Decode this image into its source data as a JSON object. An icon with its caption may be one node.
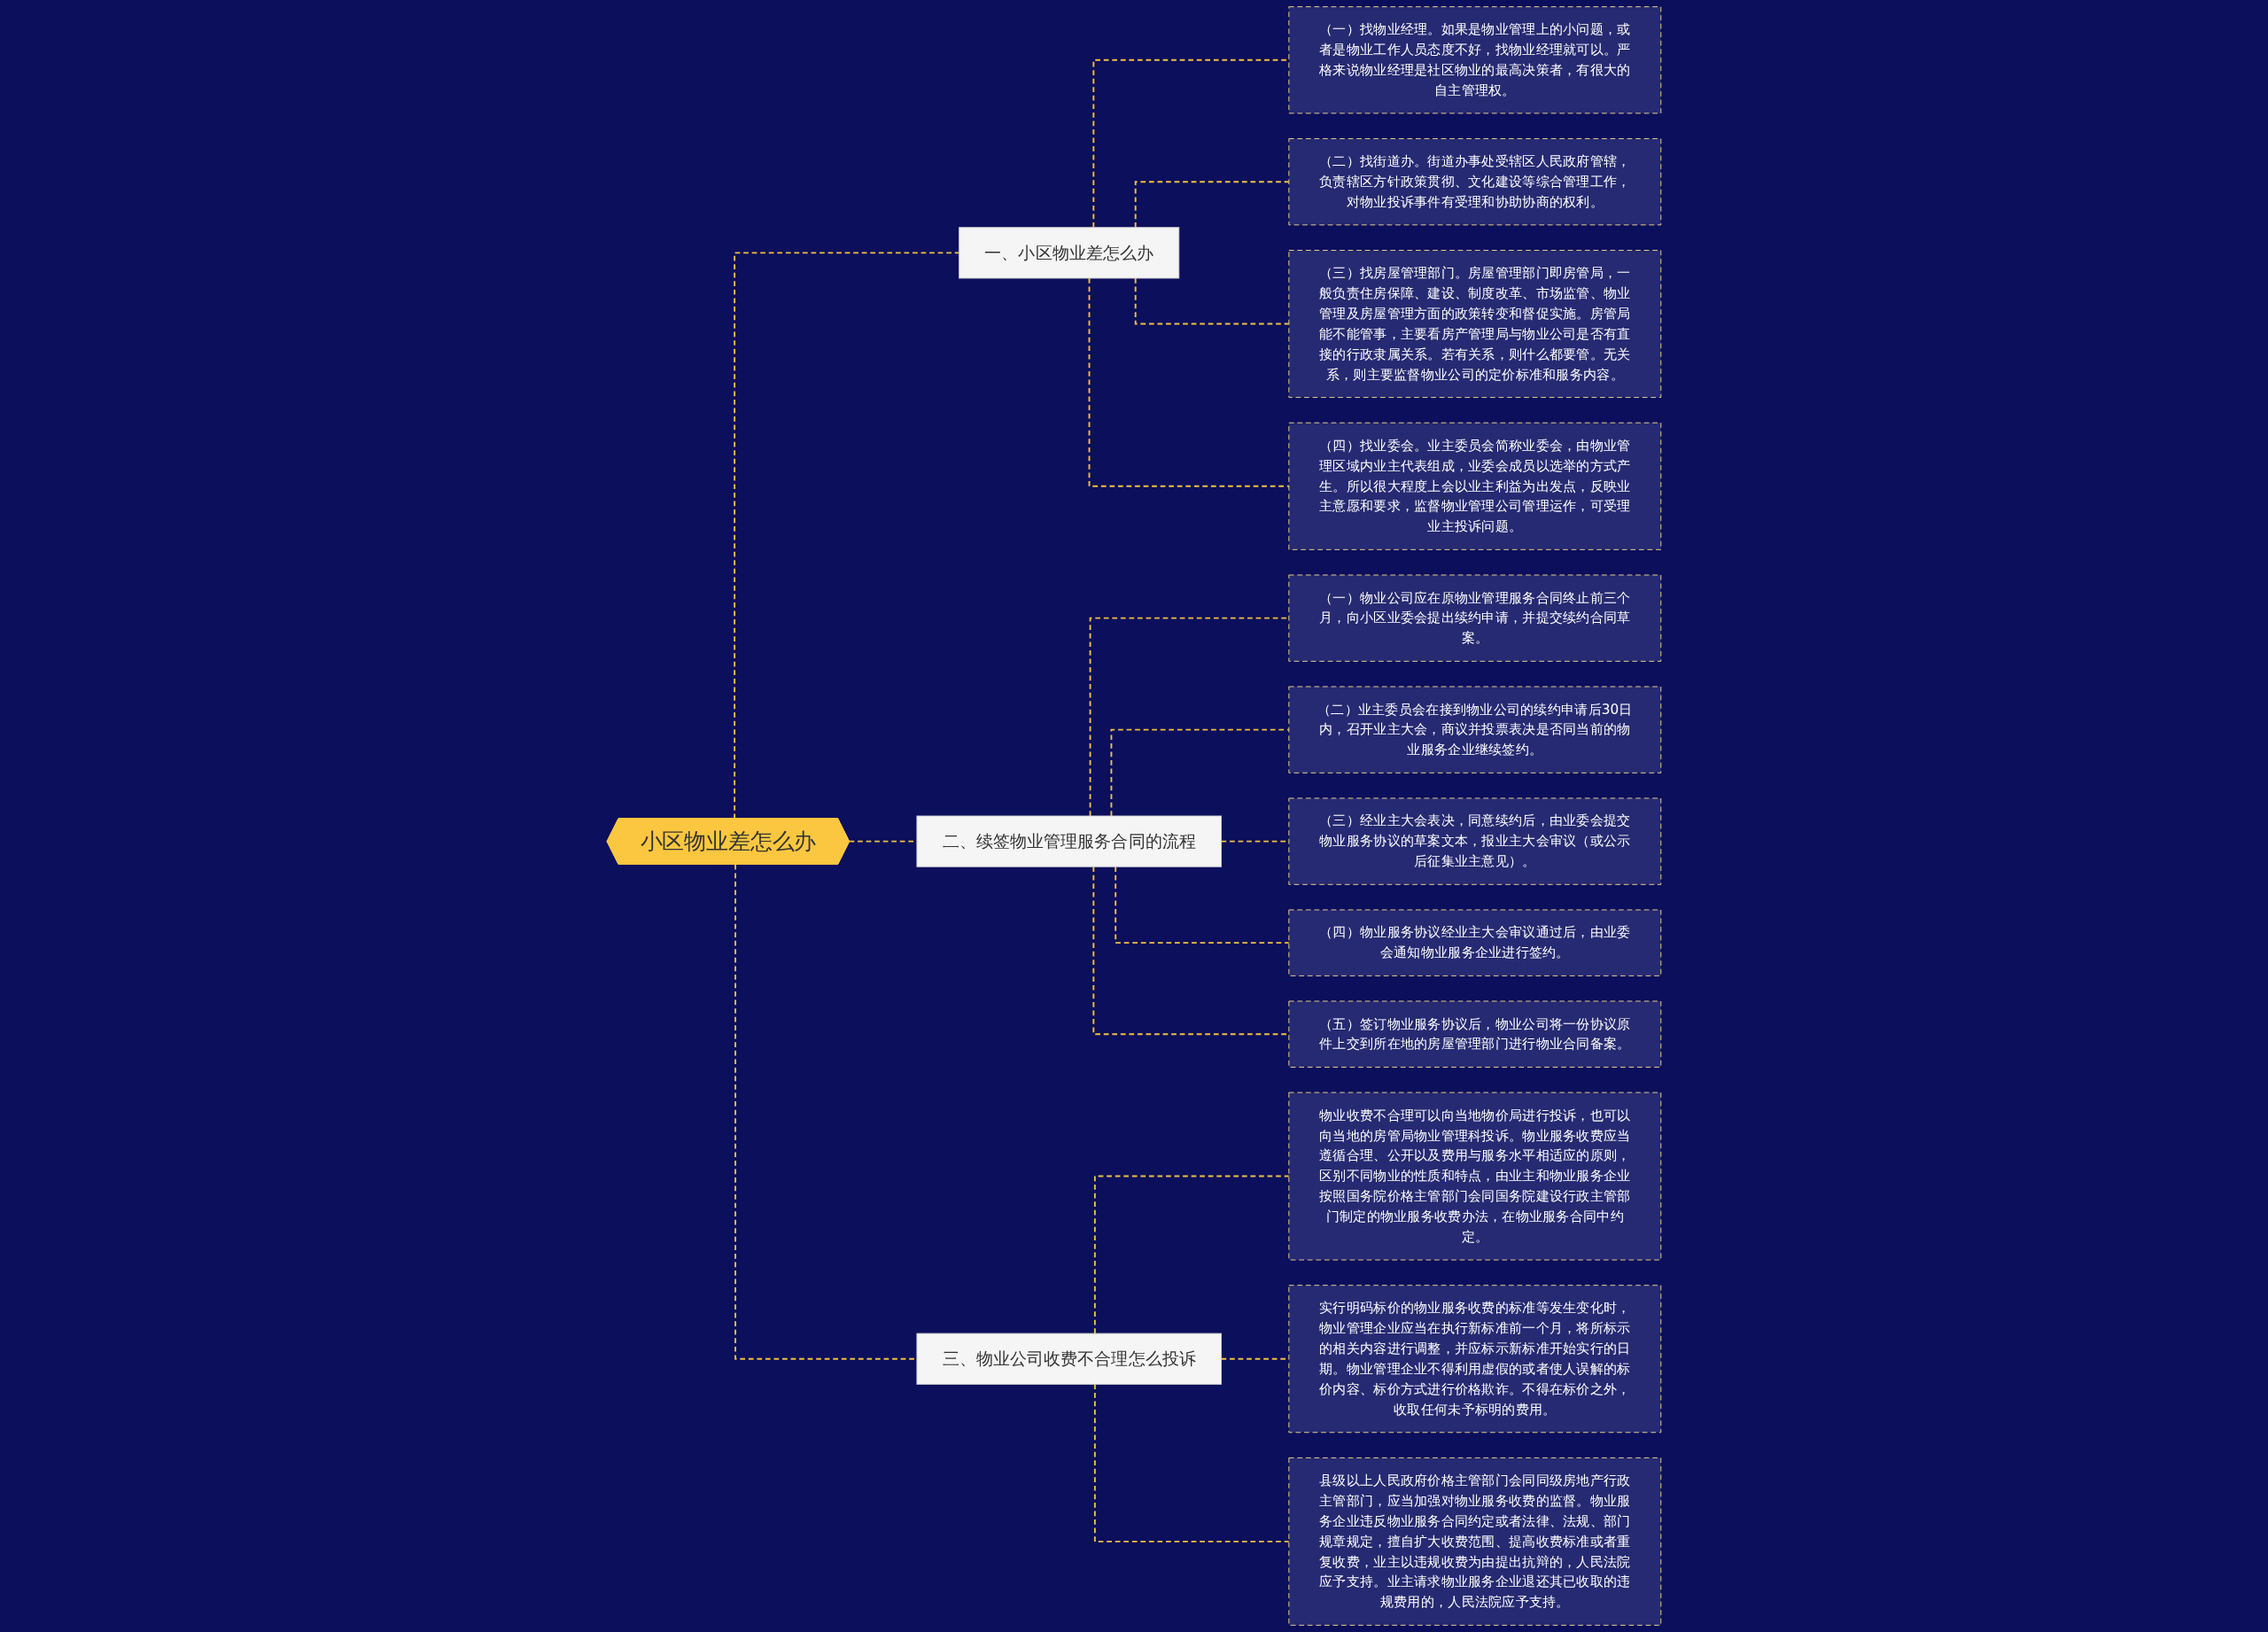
{
  "diagram": {
    "nodes": [
      {
        "text": [
          "小区物业差怎么办"
        ]
      },
      {
        "text": [
          "一、小区物业差怎么办"
        ]
      },
      {
        "text": [
          "（一）找物业经理。如果是物业管理上的小问题，或者是物业工作人员态度不好，找物业经理就可以。严格来说物业经理是社区物业的最高决策者，有很大的自主管理权。"
        ]
      },
      {
        "text": [
          "（二）找街道办。街道办事处受辖区人民政府管辖，负责辖区方针政策贯彻、文化建设等综合管理工作，对物业投诉事件有受理和协助协商的权利。"
        ]
      },
      {
        "text": [
          "（三）找房屋管理部门。房屋管理部门即房管局，一般负责住房保障、建设、制度改革、市场监管、物业管理及房屋管理方面的政策转变和督促实施。房管局能不能管事，主要看房产管理局与物业公司是否有直接的行政隶属关系。若有关系，则什么都要管。无关系，则主要监督物业公司的定价标准和服务内容。"
        ]
      },
      {
        "text": [
          "（四）找业委会。业主委员会简称业委会，由物业管理区域内业主代表组成，业委会成员以选举的方式产生。所以很大程度上会以业主利益为出发点，反映业主意愿和要求，监督物业管理公司管理运作，可受理业主投诉问题。"
        ]
      },
      {
        "text": [
          "二、续签物业管理服务合同的流程"
        ]
      },
      {
        "text": [
          "（一）物业公司应在原物业管理服务合同终止前三个月，向小区业委会提出续约申请，并提交续约合同草案。"
        ]
      },
      {
        "text": [
          "（二）业主委员会在接到物业公司的续约申请后30日内，召开业主大会，商议并投票表决是否同当前的物业服务企业继续签约。"
        ]
      },
      {
        "text": [
          "（三）经业主大会表决，同意续约后，由业委会提交物业服务协议的草案文本，报业主大会审议（或公示后征集业主意见）。"
        ]
      },
      {
        "text": [
          "（四）物业服务协议经业主大会审议通过后，由业委会通知物业服务企业进行签约。"
        ]
      },
      {
        "text": [
          "（五）签订物业服务协议后，物业公司将一份协议原件上交到所在地的房屋管理部门进行物业合同备案。"
        ]
      },
      {
        "text": [
          "三、物业公司收费不合理怎么投诉"
        ]
      },
      {
        "text": [
          "物业收费不合理可以向当地物价局进行投诉，也可以向当地的房管局物业管理科投诉。物业服务收费应当遵循合理、公开以及费用与服务水平相适应的原则，区别不同物业的性质和特点，由业主和物业服务企业按照国务院价格主管部门会同国务院建设行政主管部门制定的物业服务收费办法，在物业服务合同中约定。"
        ]
      },
      {
        "text": [
          "实行明码标价的物业服务收费的标准等发生变化时，物业管理企业应当在执行新标准前一个月，将所标示的相关内容进行调整，并应标示新标准开始实行的日期。物业管理企业不得利用虚假的或者使人误解的标价内容、标价方式进行价格欺诈。不得在标价之外，收取任何未予标明的费用。"
        ]
      },
      {
        "text": [
          "县级以上人民政府价格主管部门会同同级房地产行政主管部门，应当加强对物业服务收费的监督。物业服务企业违反物业服务合同约定或者法律、法规、部门规章规定，擅自扩大收费范围、提高收费标准或者重复收费，业主以违规收费为由提出抗辩的，人民法院应予支持。业主请求物业服务企业退还其已收取的违规费用的，人民法院应予支持。"
        ]
      }
    ],
    "edges": [
      {
        "from": 0,
        "to": 1,
        "arrow": "none",
        "style": "dashed"
      },
      {
        "from": 1,
        "to": 2,
        "arrow": "none",
        "style": "dashed"
      },
      {
        "from": 1,
        "to": 3,
        "arrow": "none",
        "style": "dashed"
      },
      {
        "from": 1,
        "to": 4,
        "arrow": "none",
        "style": "dashed"
      },
      {
        "from": 1,
        "to": 5,
        "arrow": "none",
        "style": "dashed"
      },
      {
        "from": 0,
        "to": 6,
        "arrow": "none",
        "style": "dashed"
      },
      {
        "from": 6,
        "to": 7,
        "arrow": "none",
        "style": "dashed"
      },
      {
        "from": 6,
        "to": 8,
        "arrow": "none",
        "style": "dashed"
      },
      {
        "from": 6,
        "to": 9,
        "arrow": "none",
        "style": "dashed"
      },
      {
        "from": 6,
        "to": 10,
        "arrow": "none",
        "style": "dashed"
      },
      {
        "from": 6,
        "to": 11,
        "arrow": "none",
        "style": "dashed"
      },
      {
        "from": 0,
        "to": 12,
        "arrow": "none",
        "style": "dashed"
      },
      {
        "from": 12,
        "to": 13,
        "arrow": "none",
        "style": "dashed"
      },
      {
        "from": 12,
        "to": 14,
        "arrow": "none",
        "style": "dashed"
      },
      {
        "from": 12,
        "to": 15,
        "arrow": "none",
        "style": "dashed"
      }
    ]
  }
}
